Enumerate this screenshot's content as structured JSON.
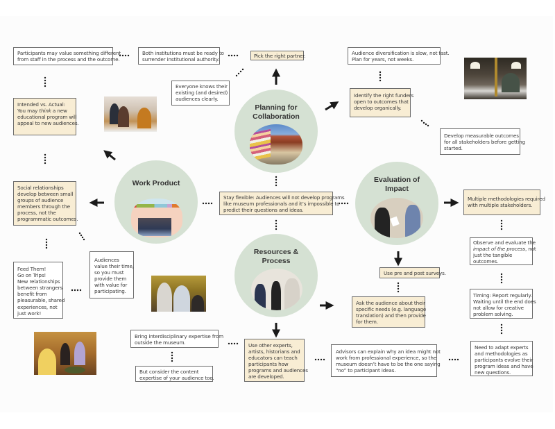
{
  "hubs": {
    "planning": {
      "title_1": "Planning for",
      "title_2": "Collaboration"
    },
    "work_product": {
      "title_1": "Work Product"
    },
    "evaluation": {
      "title_1": "Evaluation of",
      "title_2": "Impact"
    },
    "resources": {
      "title_1": "Resources &",
      "title_2": "Process"
    }
  },
  "boxes": {
    "participants_value": [
      "Participants may value something different",
      "from staff in the process and the outcome."
    ],
    "both_institutions": [
      "Both institutions must be ready to",
      "surrender institutional authority."
    ],
    "pick_partner": [
      "Pick the right partner."
    ],
    "everyone_knows": [
      "Everyone knows their",
      "existing (and desired)",
      "audiences clearly."
    ],
    "intended_actual": [
      "Intended vs. Actual:",
      "You may ",
      "think",
      " a new",
      "educational program will",
      "appeal to new audiences."
    ],
    "audience_diversification": [
      "Audience diversification is slow, not fast.",
      "Plan for years, not weeks."
    ],
    "identify_funders": [
      "Identify the right funders",
      "open to outcomes that",
      "develop organically."
    ],
    "develop_measurable": [
      "Develop measurable outcomes",
      "for all stakeholders before getting",
      "started."
    ],
    "social_relationships": [
      "Social relationships",
      "develop between small",
      "groups of audience",
      "members through the",
      "process, not the",
      "programmatic outcomes."
    ],
    "stay_flexible": [
      "Stay flexible: Audiences will not develop programs",
      "like museum professionals and it’s impossible to",
      "predict their questions and ideas."
    ],
    "multiple_methodologies": [
      "Multiple methodologies required",
      "with multiple stakeholders."
    ],
    "observe_evaluate": [
      "Observe and evaluate the",
      "impact of the process",
      ", not",
      "just the tangible",
      "outcomes."
    ],
    "feed_them": [
      "Feed Them!",
      "Go on Trips!",
      "New relationships",
      "between strangers",
      "benefit from",
      "pleasurable, shared",
      "experiences, not",
      "just work!"
    ],
    "audiences_value_time": [
      "Audiences",
      "value their time,",
      "so you must",
      "provide them",
      "with value for",
      "participating."
    ],
    "pre_post_surveys": [
      "Use pre and post surveys."
    ],
    "ask_audience": [
      "Ask the audience about their",
      "specific needs (e.g. language",
      "translation) and then provide",
      "for them."
    ],
    "timing": [
      "Timing: Report regularly.",
      "Waiting until the end does",
      "not allow for creative",
      "problem solving."
    ],
    "bring_interdisciplinary": [
      "Bring interdisciplinary expertise from",
      "outside the museum."
    ],
    "consider_content": [
      "But consider the content",
      "expertise of your audience too."
    ],
    "use_other_experts": [
      "Use other experts,",
      "artists, historians and",
      "educators can teach",
      "participants how",
      "programs and audiences",
      "are developed."
    ],
    "advisors": [
      "Advisors can explain why an idea might not",
      "work from professional experience, so the",
      "museum doesn’t have to be the one saying",
      "“no” to participant ideas."
    ],
    "need_to_adapt": [
      "Need to adapt experts",
      "and methodologies as",
      "participants evolve their",
      "program ideas and have",
      "new questions."
    ]
  },
  "colors": {
    "hub_fill": "#d5e1d3",
    "tan_box": "#f8edd4",
    "white_box": "#ffffff",
    "border": "#6b6b6b",
    "arrow": "#1a1a1a"
  },
  "icons": {
    "arrow": "solid-arrow",
    "connector": "dotted-connector"
  }
}
